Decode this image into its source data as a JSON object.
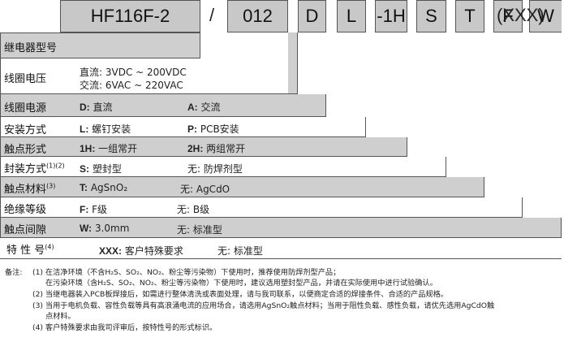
{
  "header": {
    "model": "HF116F-2",
    "slash": "/",
    "voltage": "012",
    "parts": [
      "D",
      "L",
      "-1H",
      "S",
      "T",
      "F",
      "W"
    ],
    "extra": "(XXX)"
  },
  "rows": {
    "r1": {
      "label": "继电器型号"
    },
    "r2": {
      "label": "线圈电压",
      "line1": "直流: 3VDC ~ 200VDC",
      "line2": "交流: 6VAC ~ 220VAC"
    },
    "r3": {
      "label": "线圈电源",
      "a_code": "D:",
      "a_text": "直流",
      "b_code": "A:",
      "b_text": "交流"
    },
    "r4": {
      "label": "安装方式",
      "a_code": "L:",
      "a_text": "螺钉安装",
      "b_code": "P:",
      "b_text": "PCB安装"
    },
    "r5": {
      "label": "触点形式",
      "a_code": "1H:",
      "a_text": "一组常开",
      "b_code": "2H:",
      "b_text": "两组常开"
    },
    "r6": {
      "label": "封装方式",
      "sup": "(1)(2)",
      "a_code": "S:",
      "a_text": "塑封型",
      "b_text": "无: 防焊剂型"
    },
    "r7": {
      "label": "触点材料",
      "sup": "(3)",
      "a_code": "T:",
      "a_text": "AgSnO₂",
      "b_text": "无: AgCdO"
    },
    "r8": {
      "label": "绝缘等级",
      "a_code": "F:",
      "a_text": "F级",
      "b_text": "无: B级"
    },
    "r9": {
      "label": "触点间隙",
      "a_code": "W:",
      "a_text": "3.0mm",
      "b_text": "无: 标准型"
    },
    "r10": {
      "label": "特 性 号",
      "sup": "(4)",
      "a_code": "XXX:",
      "a_text": "客户特殊要求",
      "b_text": "无: 标准型"
    }
  },
  "notes": {
    "prefix": "备注:",
    "n1a": "(1) 在洁净环境（不含H₂S、SO₂、NO₂、粉尘等污染物）下使用时，推荐使用防焊剂型产品；",
    "n1b": "在污染环境（含H₂S、SO₂、NO₂、粉尘等污染物）下使用时，建议选用塑封型产品，并请在实际使用中进行试验确认。",
    "n2": "(2) 当继电器装入PCB板焊接后，如需进行整体清洗或表面处理，请与我司联系，以便商定合适的焊接条件、合适的产品规格。",
    "n3a": "(3) 当用于电机负载、容性负载等具有高浪涌电流的应用场合，请选用AgSnO₂触点材料；当用于阻性负载、感性负载，请优先选用AgCdO触",
    "n3b": "点材料。",
    "n4": "(4) 客户特殊要求由我司评审后，按特性号的形式标识。"
  }
}
